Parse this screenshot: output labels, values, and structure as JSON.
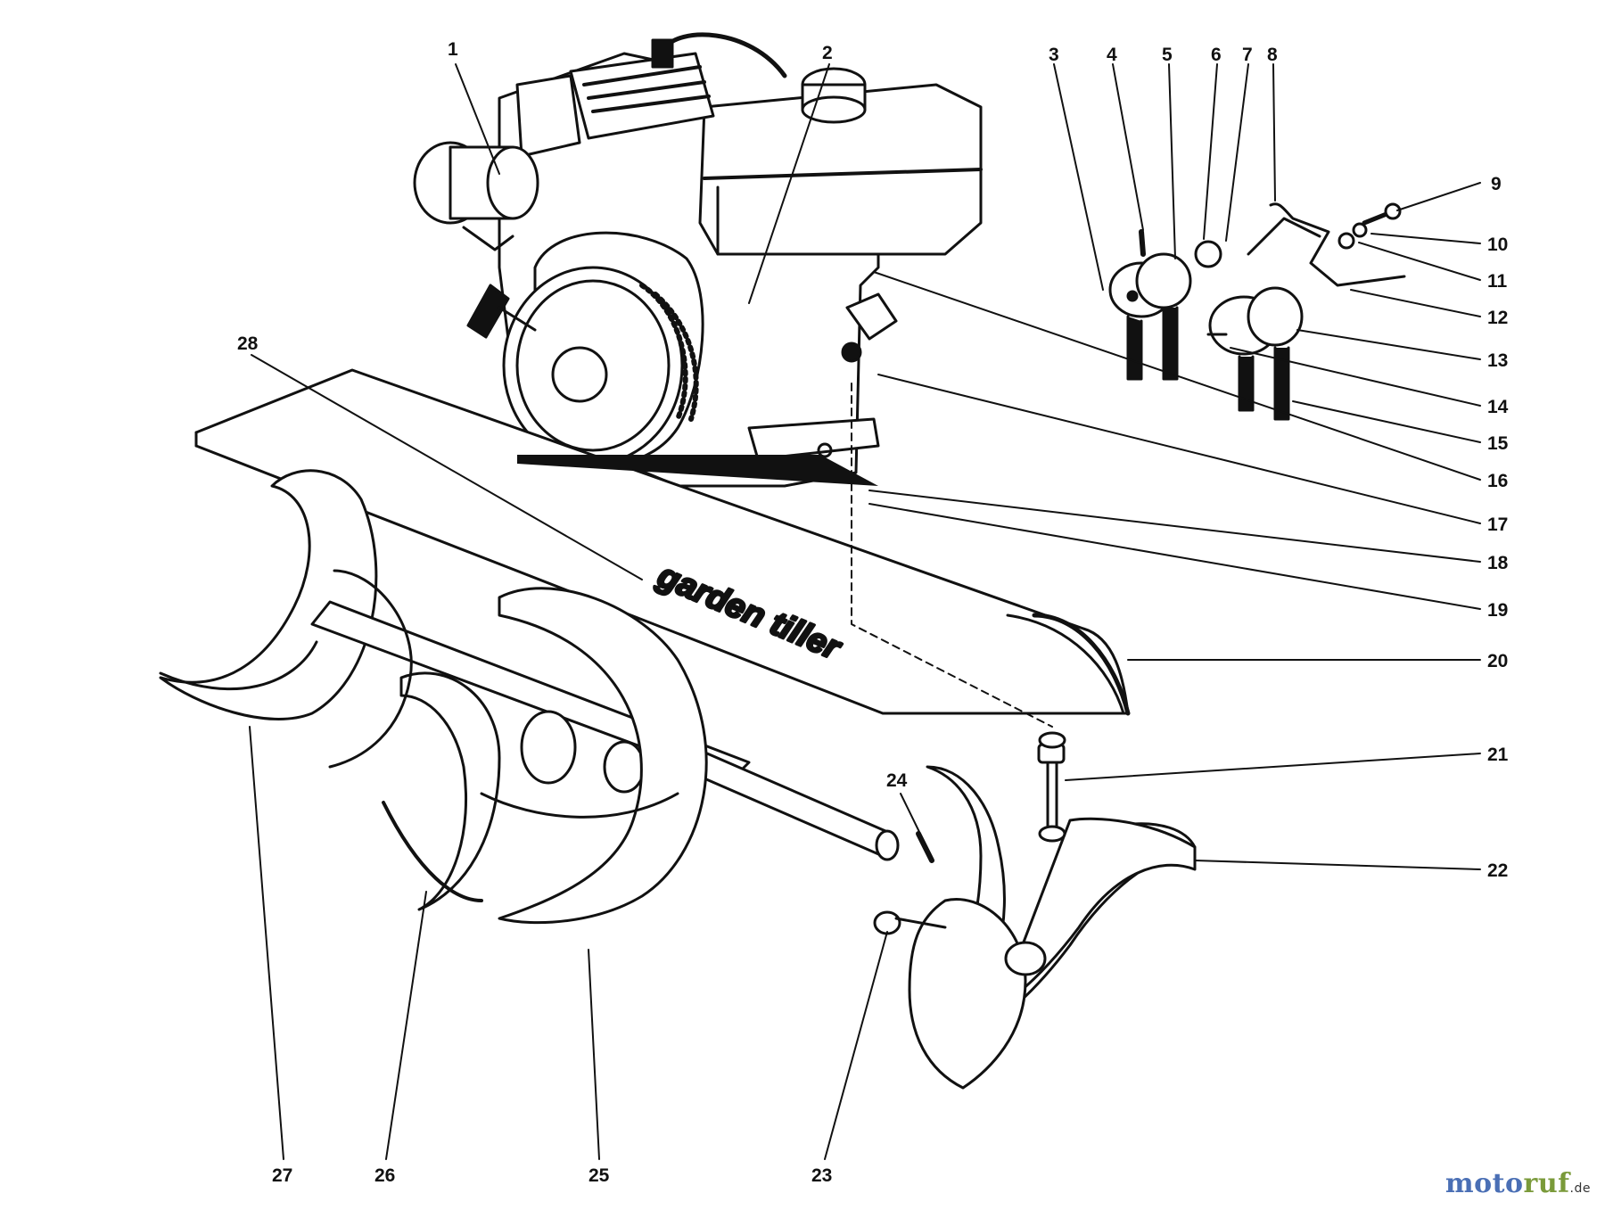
{
  "diagram": {
    "callouts": [
      "1",
      "2",
      "3",
      "4",
      "5",
      "6",
      "7",
      "8",
      "9",
      "10",
      "11",
      "12",
      "13",
      "14",
      "15",
      "16",
      "17",
      "18",
      "19",
      "20",
      "21",
      "22",
      "23",
      "24",
      "25",
      "26",
      "27",
      "28"
    ],
    "deck_decal": "garden tiller"
  },
  "watermark": {
    "text_a": "moto",
    "text_b": "ruf",
    "text_c": ".de"
  },
  "colors": {
    "ink": "#111111",
    "paper": "#ffffff",
    "brand_blue": "#4a6fb5",
    "brand_green": "#7a9a3a"
  }
}
